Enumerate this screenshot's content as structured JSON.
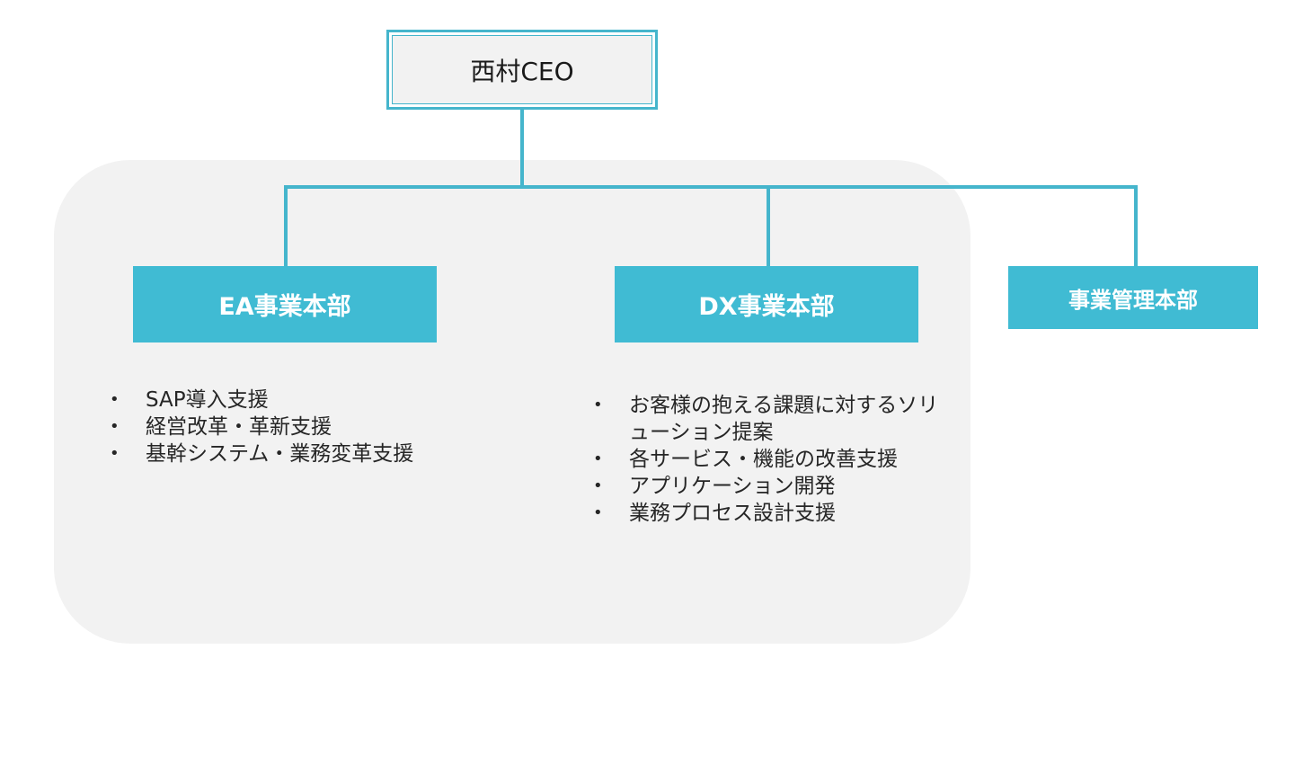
{
  "ceo": {
    "label": "西村CEO"
  },
  "departments": [
    {
      "name": "EA事業本部",
      "items": [
        "SAP導入支援",
        "経営改革・革新支援",
        "基幹システム・業務変革支援"
      ]
    },
    {
      "name": "DX事業本部",
      "items": [
        "お客様の抱える課題に対するソリューション提案",
        "各サービス・機能の改善支援",
        "アプリケーション開発",
        "業務プロセス設計支援"
      ]
    },
    {
      "name": "事業管理本部",
      "items": []
    }
  ],
  "bullet_glyph": "•",
  "colors": {
    "accent": "#40bbd3",
    "connector": "#45b5cc",
    "panel": "#f2f2f2"
  }
}
